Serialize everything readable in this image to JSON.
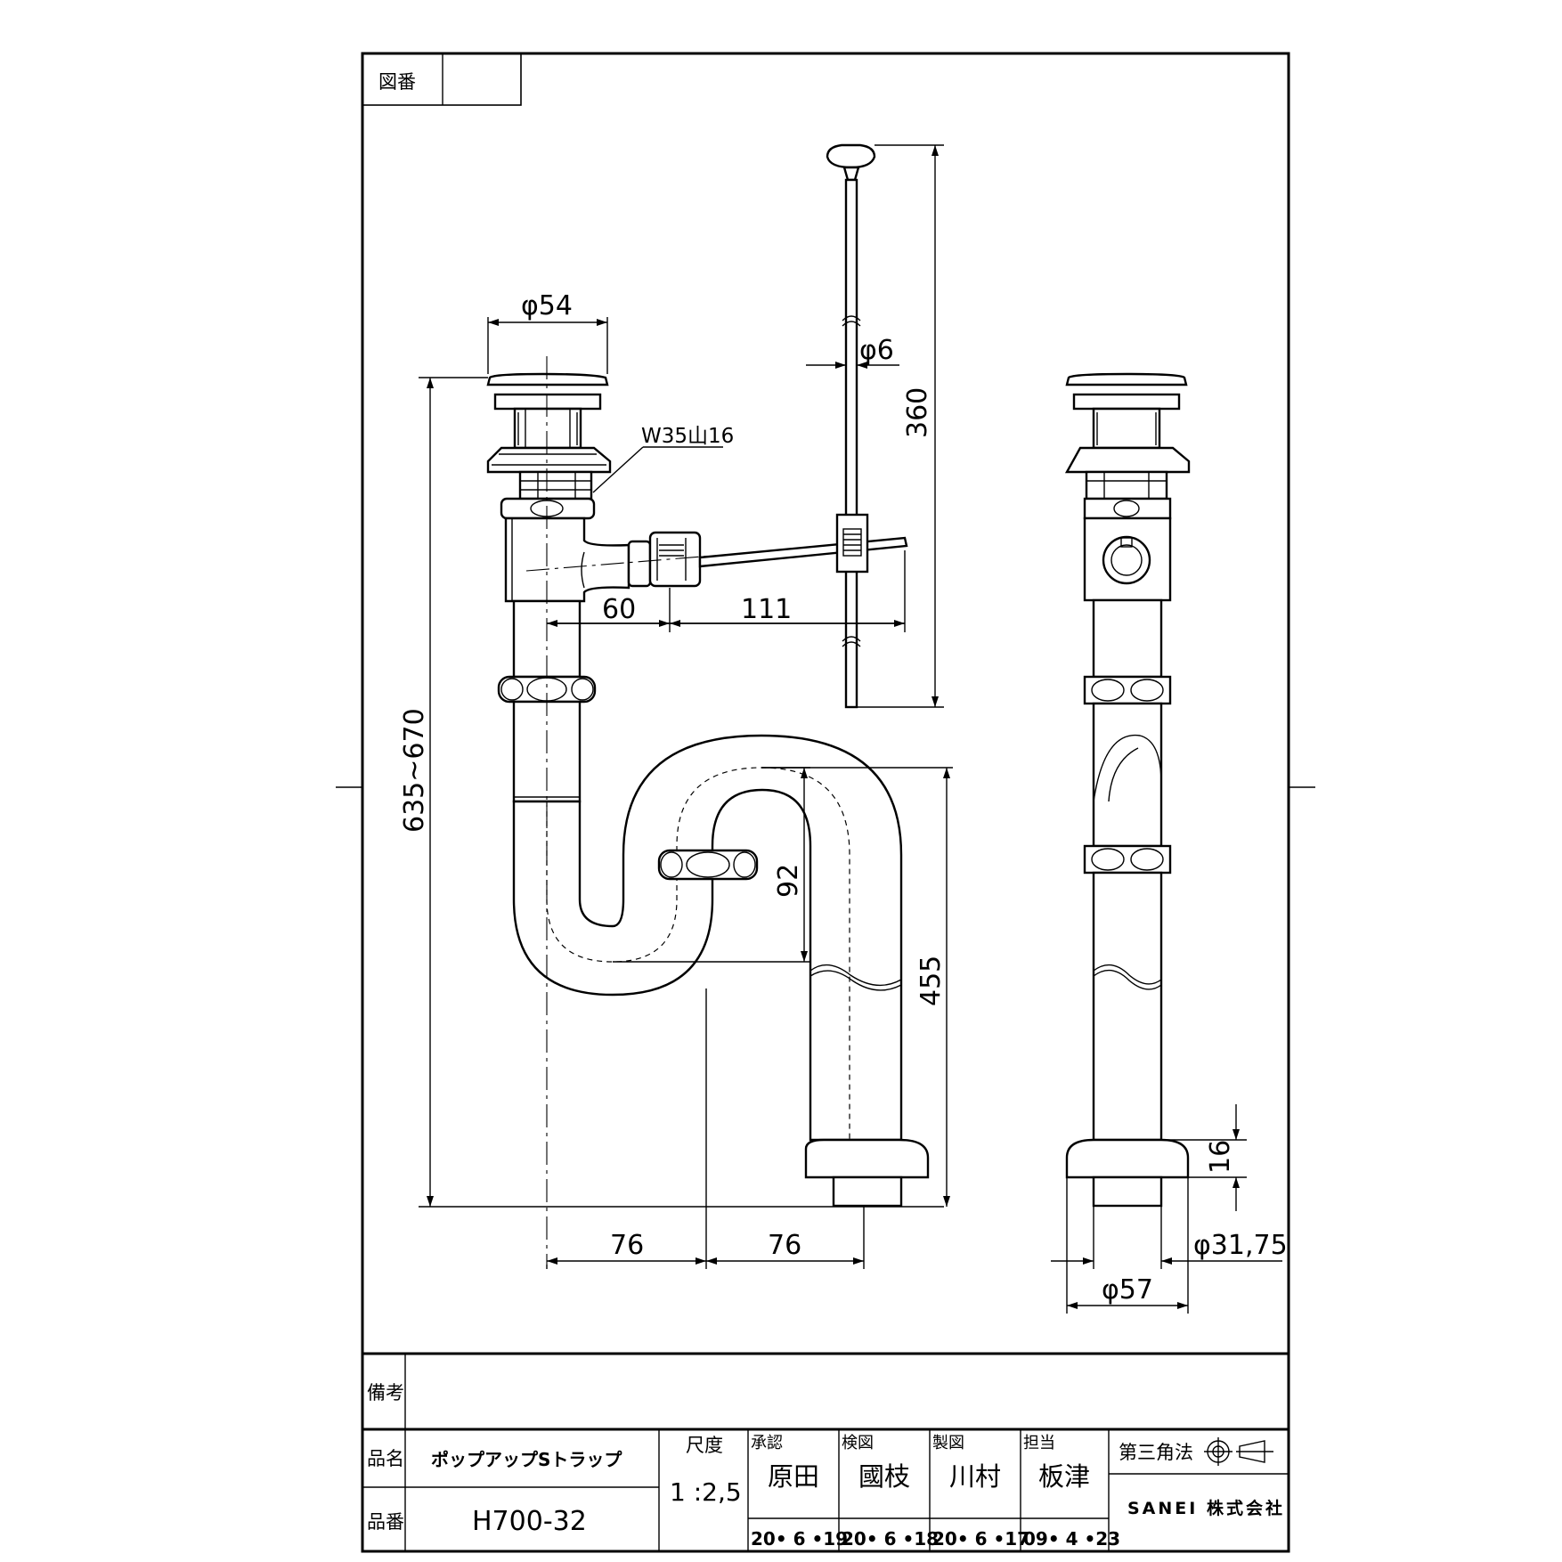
{
  "drawing_number_label": "図番",
  "drawing_number_value": "",
  "dimensions": {
    "cap_diameter": "φ54",
    "rod_diameter": "φ6",
    "thread_spec": "W35山16",
    "rod_height": "360",
    "offset_60": "60",
    "offset_111": "111",
    "total_height": "635~670",
    "trap_depth": "92",
    "trap_height": "455",
    "spacing_left": "76",
    "spacing_right": "76",
    "flange_height": "16",
    "outlet_diameter": "φ31,75",
    "flange_diameter": "φ57"
  },
  "title_block": {
    "remarks_label": "備考",
    "remarks_value": "",
    "product_name_label": "品名",
    "product_name": "ポップアップSトラップ",
    "product_number_label": "品番",
    "product_number": "H700-32",
    "scale_label": "尺度",
    "scale_value": "1 :2,5",
    "approval_label": "承認",
    "approval_name": "原田",
    "approval_date": "20• 6 •19",
    "check_label": "検図",
    "check_name": "國枝",
    "check_date": "20• 6 •18",
    "drafting_label": "製図",
    "drafting_name": "川村",
    "drafting_date": "20• 6 •17",
    "charge_label": "担当",
    "charge_name": "板津",
    "charge_date": "09• 4 •23",
    "projection_label": "第三角法",
    "company": "SANEI 株式会社"
  }
}
